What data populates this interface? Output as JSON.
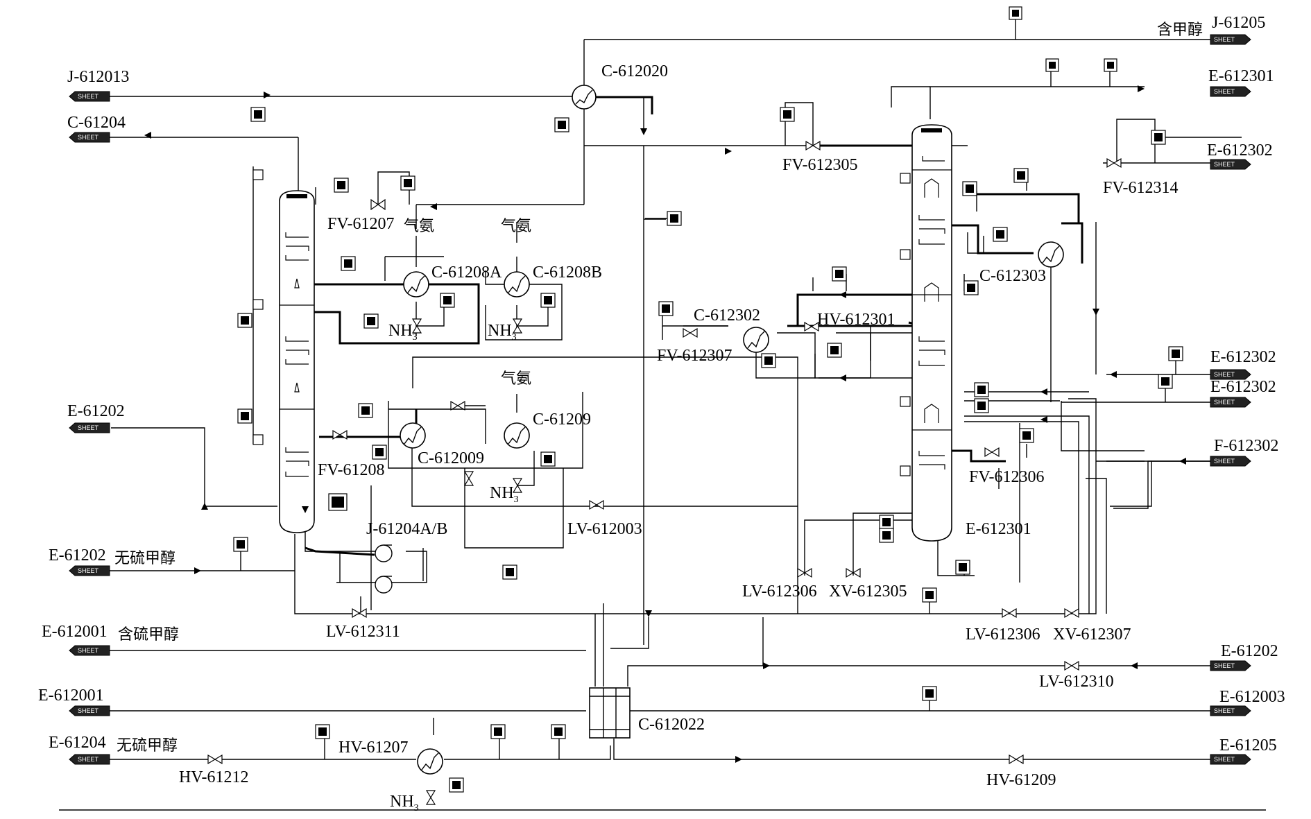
{
  "diagram": {
    "sheet_tag": "SHEET",
    "left_connectors": [
      {
        "id": "J-612013",
        "cn": ""
      },
      {
        "id": "C-61204",
        "cn": ""
      },
      {
        "id": "E-61202",
        "cn": ""
      },
      {
        "id": "E-61202",
        "cn": "无硫甲醇"
      },
      {
        "id": "E-612001",
        "cn": "含硫甲醇"
      },
      {
        "id": "E-612001",
        "cn": ""
      },
      {
        "id": "E-61204",
        "cn": "无硫甲醇"
      }
    ],
    "right_connectors": [
      {
        "id": "J-61205",
        "cn": "含甲醇"
      },
      {
        "id": "E-612301",
        "cn": ""
      },
      {
        "id": "E-612302",
        "cn": ""
      },
      {
        "id": "E-612302",
        "cn": ""
      },
      {
        "id": "E-612302",
        "cn": ""
      },
      {
        "id": "F-612302",
        "cn": ""
      },
      {
        "id": "E-61202",
        "cn": ""
      },
      {
        "id": "E-612003",
        "cn": ""
      },
      {
        "id": "E-61205",
        "cn": ""
      }
    ],
    "equipment": {
      "c612020": "C-612020",
      "c61208a": "C-61208A",
      "c61208b": "C-61208B",
      "c612009": "C-612009",
      "c61209": "C-61209",
      "c612302": "C-612302",
      "c612303": "C-612303",
      "c612022": "C-612022",
      "e612301": "E-612301",
      "j61204ab": "J-61204A/B"
    },
    "valves": {
      "fv61207": "FV-61207",
      "fv61208": "FV-61208",
      "fv612305": "FV-612305",
      "fv612314": "FV-612314",
      "fv612307": "FV-612307",
      "hv612301": "HV-612301",
      "fv612306": "FV-612306",
      "lv612003": "LV-612003",
      "lv612306a": "LV-612306",
      "xv612305": "XV-612305",
      "lv612311": "LV-612311",
      "lv612306b": "LV-612306",
      "xv612307": "XV-612307",
      "lv612310": "LV-612310",
      "hv61207": "HV-61207",
      "hv61212": "HV-61212",
      "hv61209": "HV-61209"
    },
    "media": {
      "ammonia_gas_1": "气氨",
      "ammonia_gas_2": "气氨",
      "ammonia_gas_3": "气氨",
      "nh3": "NH",
      "nh3_sub": "3"
    }
  }
}
